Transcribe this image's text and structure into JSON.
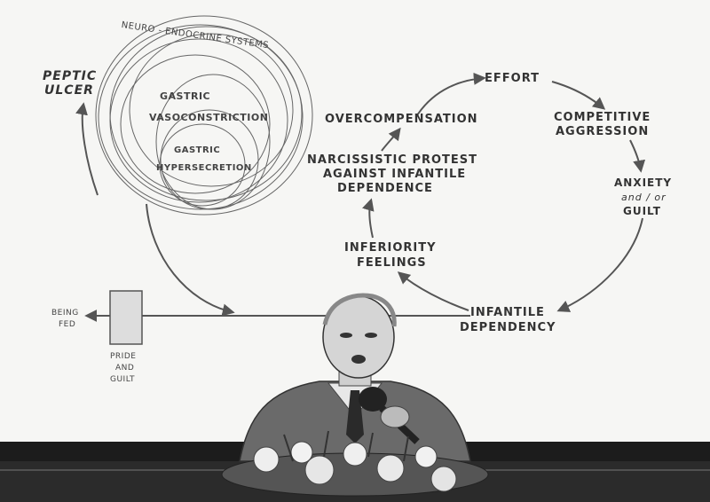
{
  "diagram": {
    "nodes": {
      "peptic_ulcer": [
        "PEPTIC",
        "ULCER"
      ],
      "neuro_endocrine": "NEURO - ENDOCRINE SYSTEMS",
      "gastric_vaso": [
        "GASTRIC",
        "VASOCONSTRICTION"
      ],
      "gastric_hyper": [
        "GASTRIC",
        "HYPERSECRETION"
      ],
      "effort": "EFFORT",
      "overcompensation": "OVERCOMPENSATION",
      "competitive_aggression": [
        "COMPETITIVE",
        "AGGRESSION"
      ],
      "narcissistic_protest": [
        "NARCISSISTIC PROTEST",
        "AGAINST INFANTILE",
        "DEPENDENCE"
      ],
      "anxiety_guilt": [
        "ANXIETY",
        "and / or",
        "GUILT"
      ],
      "inferiority_feelings": [
        "INFERIORITY",
        "FEELINGS"
      ],
      "infantile_dependency": [
        "INFANTILE",
        "DEPENDENCY"
      ],
      "being_fed": [
        "BEING",
        "FED"
      ],
      "pride_guilt": [
        "PRIDE",
        "AND",
        "GUILT"
      ]
    }
  },
  "colors": {
    "background": "#f4f4f2",
    "ink": "#333333",
    "stroke": "#555555"
  }
}
